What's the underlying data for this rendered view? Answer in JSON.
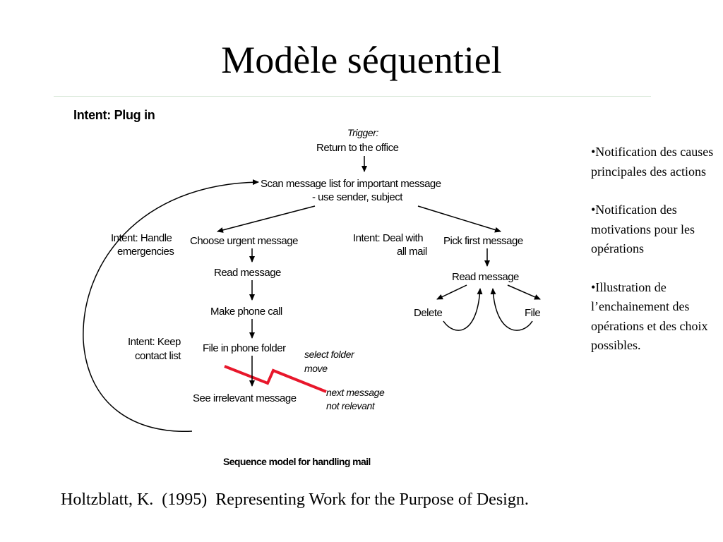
{
  "slide": {
    "title": "Modèle séquentiel",
    "citation": "Holtzblatt, K.  (1995)  Representing Work for the Purpose of Design."
  },
  "notes": [
    "•Notification des causes principales des actions",
    "•Notification des motivations pour les opérations",
    "•Illustration de l’enchainement des opérations et des choix possibles."
  ],
  "diagram": {
    "heading": "Intent:  Plug in",
    "trigger_label": "Trigger:",
    "trigger_text": "Return to the office",
    "scan_line1": "Scan message list for important message",
    "scan_line2": "- use sender, subject",
    "intent_handle_line1": "Intent:  Handle",
    "intent_handle_line2": "emergencies",
    "choose_urgent": "Choose urgent message",
    "read_message_left": "Read message",
    "make_phone_call": "Make phone call",
    "intent_keep_line1": "Intent:  Keep",
    "intent_keep_line2": "contact list",
    "file_phone_folder": "File in phone folder",
    "select_folder_line1": "select folder",
    "select_folder_line2": "move",
    "see_irrelevant": "See irrelevant message",
    "next_message_line1": "next message",
    "next_message_line2": "not relevant",
    "intent_deal_line1": "Intent:  Deal with",
    "intent_deal_line2": "all mail",
    "pick_first": "Pick first message",
    "read_message_right": "Read message",
    "delete": "Delete",
    "file": "File",
    "caption": "Sequence model for handling mail",
    "colors": {
      "breakdown_bolt": "#e8172b",
      "lines": "#000000"
    }
  }
}
